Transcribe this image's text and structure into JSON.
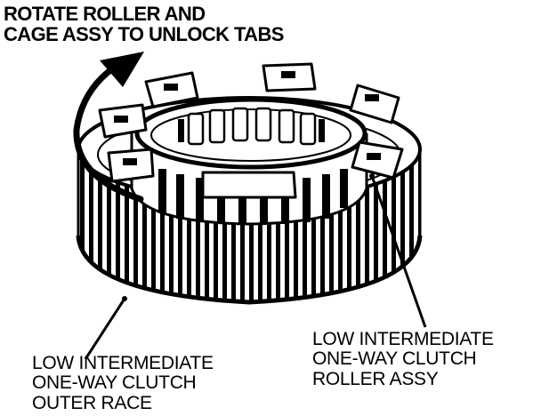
{
  "title": {
    "line1": "ROTATE ROLLER AND",
    "line2": "CAGE ASSY TO UNLOCK TABS"
  },
  "labels": {
    "outer_race": {
      "line1": "LOW INTERMEDIATE",
      "line2": "ONE-WAY CLUTCH",
      "line3": "OUTER RACE"
    },
    "roller_assy": {
      "line1": "LOW INTERMEDIATE",
      "line2": "ONE-WAY CLUTCH",
      "line3": "ROLLER ASSY"
    }
  },
  "colors": {
    "ink": "#000000",
    "paper": "#ffffff"
  },
  "icons": {
    "rotation": "curved-arrow-icon"
  }
}
